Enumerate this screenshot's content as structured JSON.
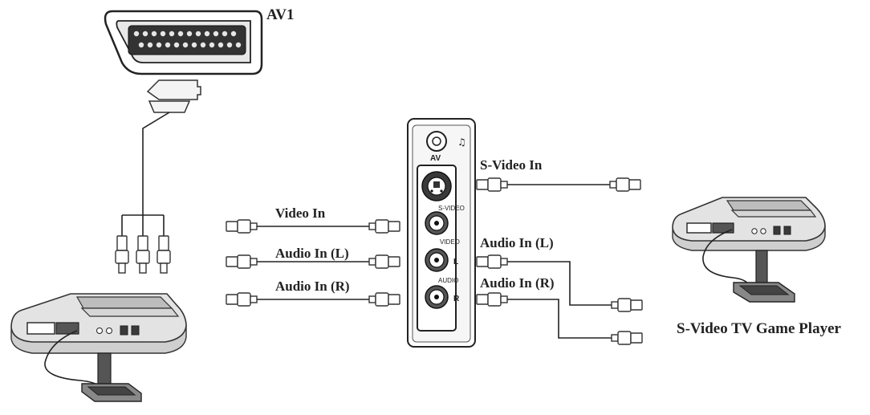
{
  "labels": {
    "av1": "AV1",
    "s_video_in": "S-Video In",
    "video_in": "Video In",
    "audio_in_l_left": "Audio In (L)",
    "audio_in_r_left": "Audio In (R)",
    "audio_in_l_right": "Audio In (L)",
    "audio_in_r_right": "Audio In (R)",
    "player_right": "S-Video TV Game Player"
  },
  "panel": {
    "av": "AV",
    "s_video": "S-VIDEO",
    "video": "VIDEO",
    "audio": "AUDIO",
    "l": "L",
    "r": "R"
  }
}
